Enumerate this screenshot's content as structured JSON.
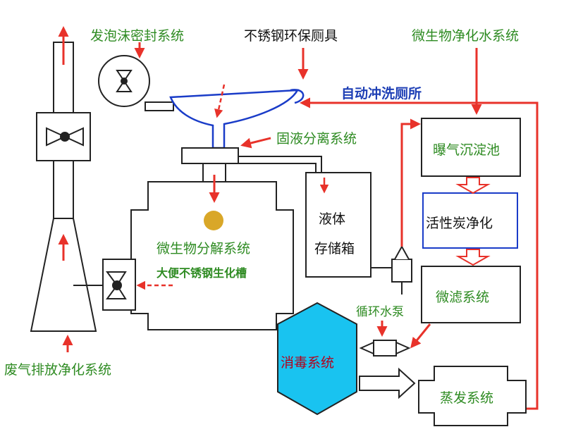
{
  "labels": {
    "foam_seal": "发泡沫密封系统",
    "stainless_toilet": "不锈钢环保厕具",
    "micro_water": "微生物净化水系统",
    "auto_flush": "自动冲洗厕所",
    "solid_liquid": "固液分离系统",
    "aeration": "曝气沉淀池",
    "activated_carbon": "活性炭净化",
    "micro_decomp": "微生物分解系统",
    "tank_name": "大便不锈钢生化槽",
    "liquid_storage_1": "液体",
    "liquid_storage_2": "存储箱",
    "microfilter": "微滤系统",
    "circulation_pump": "循环水泵",
    "disinfection": "消毒系统",
    "evaporation": "蒸发系统",
    "exhaust": "废气排放净化系统"
  },
  "colors": {
    "red": "#e8322a",
    "blue_line": "#1a3cc8",
    "label_green": "#2e8b22",
    "label_blue": "#1e3fb5",
    "hex_fill": "#19c3f0",
    "disinfect_text": "#b3001b",
    "gold": "#d9a728"
  }
}
